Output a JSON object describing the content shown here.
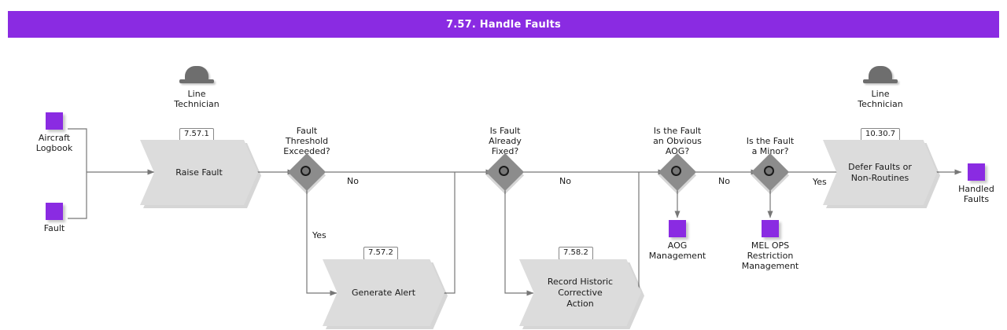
{
  "diagram": {
    "title": "7.57. Handle Faults",
    "accent_color": "#8A2BE2",
    "node_fill": "#DCDCDC",
    "decision_fill": "#8C8C8C"
  },
  "actors": [
    {
      "name": "actor-line-technician-left",
      "label": "Line\nTechnician"
    },
    {
      "name": "actor-line-technician-right",
      "label": "Line\nTechnician"
    }
  ],
  "data_objects": [
    {
      "name": "aircraft-logbook",
      "label": "Aircraft\nLogbook"
    },
    {
      "name": "fault",
      "label": "Fault"
    },
    {
      "name": "aog-management",
      "label": "AOG\nManagement"
    },
    {
      "name": "mel-ops-restriction-management",
      "label": "MEL OPS\nRestriction\nManagement"
    },
    {
      "name": "handled-faults",
      "label": "Handled\nFaults"
    }
  ],
  "activities": [
    {
      "name": "raise-fault",
      "id": "7.57.1",
      "label": "Raise Fault"
    },
    {
      "name": "generate-alert",
      "id": "7.57.2",
      "label": "Generate Alert"
    },
    {
      "name": "record-historic-corrective-action",
      "id": "7.58.2",
      "label": "Record Historic\nCorrective\nAction"
    },
    {
      "name": "defer-faults-or-non-routines",
      "id": "10.30.7",
      "label": "Defer Faults or\nNon-Routines"
    }
  ],
  "decisions": [
    {
      "name": "fault-threshold-exceeded",
      "label": "Fault\nThreshold\nExceeded?"
    },
    {
      "name": "is-fault-already-fixed",
      "label": "Is Fault\nAlready\nFixed?"
    },
    {
      "name": "is-the-fault-an-obvious-aog",
      "label": "Is the Fault\nan Obvious\nAOG?"
    },
    {
      "name": "is-the-fault-a-minor",
      "label": "Is the Fault\na Minor?"
    }
  ],
  "edge_labels": [
    {
      "name": "edge-label-threshold-no",
      "text": "No"
    },
    {
      "name": "edge-label-threshold-yes",
      "text": "Yes"
    },
    {
      "name": "edge-label-already-fixed-no",
      "text": "No"
    },
    {
      "name": "edge-label-aog-no",
      "text": "No"
    },
    {
      "name": "edge-label-minor-yes",
      "text": "Yes"
    }
  ]
}
